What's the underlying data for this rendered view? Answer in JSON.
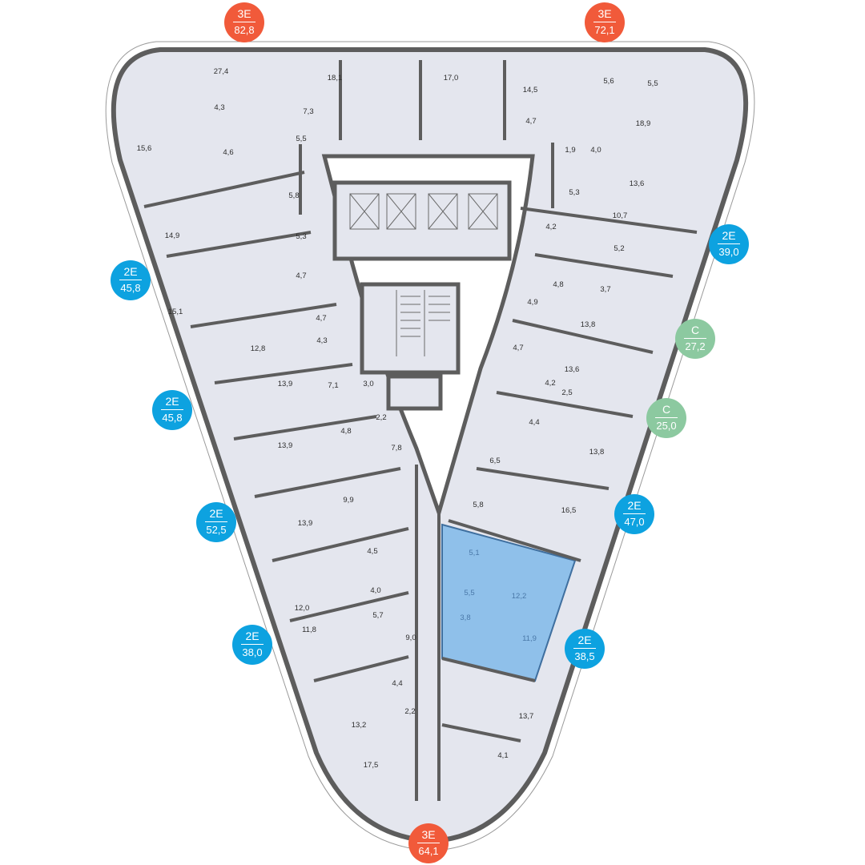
{
  "colors": {
    "studio": "#8cc9a0",
    "two_room": "#0da2e0",
    "three_room": "#f15a3a",
    "selected_apartment": "#8fc0ea",
    "floor": "#e4e6ee",
    "walls": "#5d5d5d"
  },
  "apartments": [
    {
      "type": "3Е",
      "area": "82,8",
      "category": "three_room"
    },
    {
      "type": "3Е",
      "area": "72,1",
      "category": "three_room"
    },
    {
      "type": "2Е",
      "area": "39,0",
      "category": "two_room"
    },
    {
      "type": "С",
      "area": "27,2",
      "category": "studio"
    },
    {
      "type": "С",
      "area": "25,0",
      "category": "studio"
    },
    {
      "type": "2Е",
      "area": "47,0",
      "category": "two_room"
    },
    {
      "type": "2Е",
      "area": "38,5",
      "category": "two_room",
      "selected": true
    },
    {
      "type": "3Е",
      "area": "64,1",
      "category": "three_room"
    },
    {
      "type": "2Е",
      "area": "38,0",
      "category": "two_room"
    },
    {
      "type": "2Е",
      "area": "52,5",
      "category": "two_room"
    },
    {
      "type": "2Е",
      "area": "45,8",
      "category": "two_room"
    },
    {
      "type": "2Е",
      "area": "45,8",
      "category": "two_room"
    }
  ],
  "room_areas": [
    "27,4",
    "4,3",
    "7,3",
    "18,1",
    "17,0",
    "14,5",
    "4,7",
    "5,6",
    "5,5",
    "18,9",
    "15,6",
    "4,6",
    "5,5",
    "5,8",
    "14,9",
    "5,3",
    "4,7",
    "15,1",
    "4,7",
    "12,8",
    "4,3",
    "13,9",
    "7,1",
    "3,0",
    "2,2",
    "4,8",
    "13,9",
    "7,8",
    "9,9",
    "13,9",
    "4,5",
    "4,0",
    "12,0",
    "5,7",
    "11,8",
    "9,0",
    "4,4",
    "2,2",
    "13,2",
    "17,5",
    "1,9",
    "4,0",
    "13,6",
    "5,3",
    "10,7",
    "4,2",
    "5,2",
    "4,8",
    "3,7",
    "4,9",
    "13,8",
    "4,7",
    "13,6",
    "4,2",
    "2,5",
    "4,4",
    "13,8",
    "6,5",
    "5,8",
    "16,5",
    "5,1",
    "12,2",
    "5,5",
    "3,8",
    "11,9",
    "13,7",
    "4,1"
  ]
}
